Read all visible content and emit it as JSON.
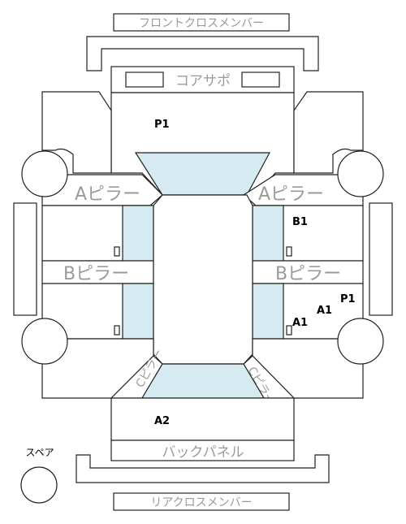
{
  "labels": {
    "front_cross_member": "フロントクロスメンバー",
    "core_support": "コアサポ",
    "a_pillar_left": "Aピラー",
    "a_pillar_right": "Aピラー",
    "b_pillar_left": "Bピラー",
    "b_pillar_right": "Bピラー",
    "c_pillar_left": "Cピラー",
    "c_pillar_right": "Cピラー",
    "back_panel": "バックパネル",
    "rear_cross_member": "リアクロスメンバー",
    "spare": "スペア"
  },
  "marks": {
    "p1_front": "P1",
    "b1": "B1",
    "p1_right": "P1",
    "a1_upper": "A1",
    "a1_lower": "A1",
    "a2": "A2"
  },
  "colors": {
    "glass": "#d6eaf2",
    "outline": "#222222",
    "label_gray": "#9a9a9a"
  }
}
